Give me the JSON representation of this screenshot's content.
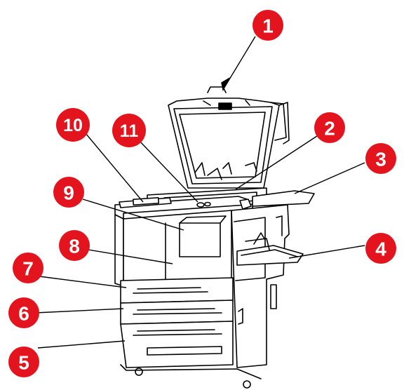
{
  "callouts": {
    "c1": "1",
    "c2": "2",
    "c3": "3",
    "c4": "4",
    "c5": "5",
    "c6": "6",
    "c7": "7",
    "c8": "8",
    "c9": "9",
    "c10": "10",
    "c11": "11"
  },
  "colors": {
    "callout": "#e4141e",
    "line": "#000000",
    "body": "#ffffff"
  }
}
